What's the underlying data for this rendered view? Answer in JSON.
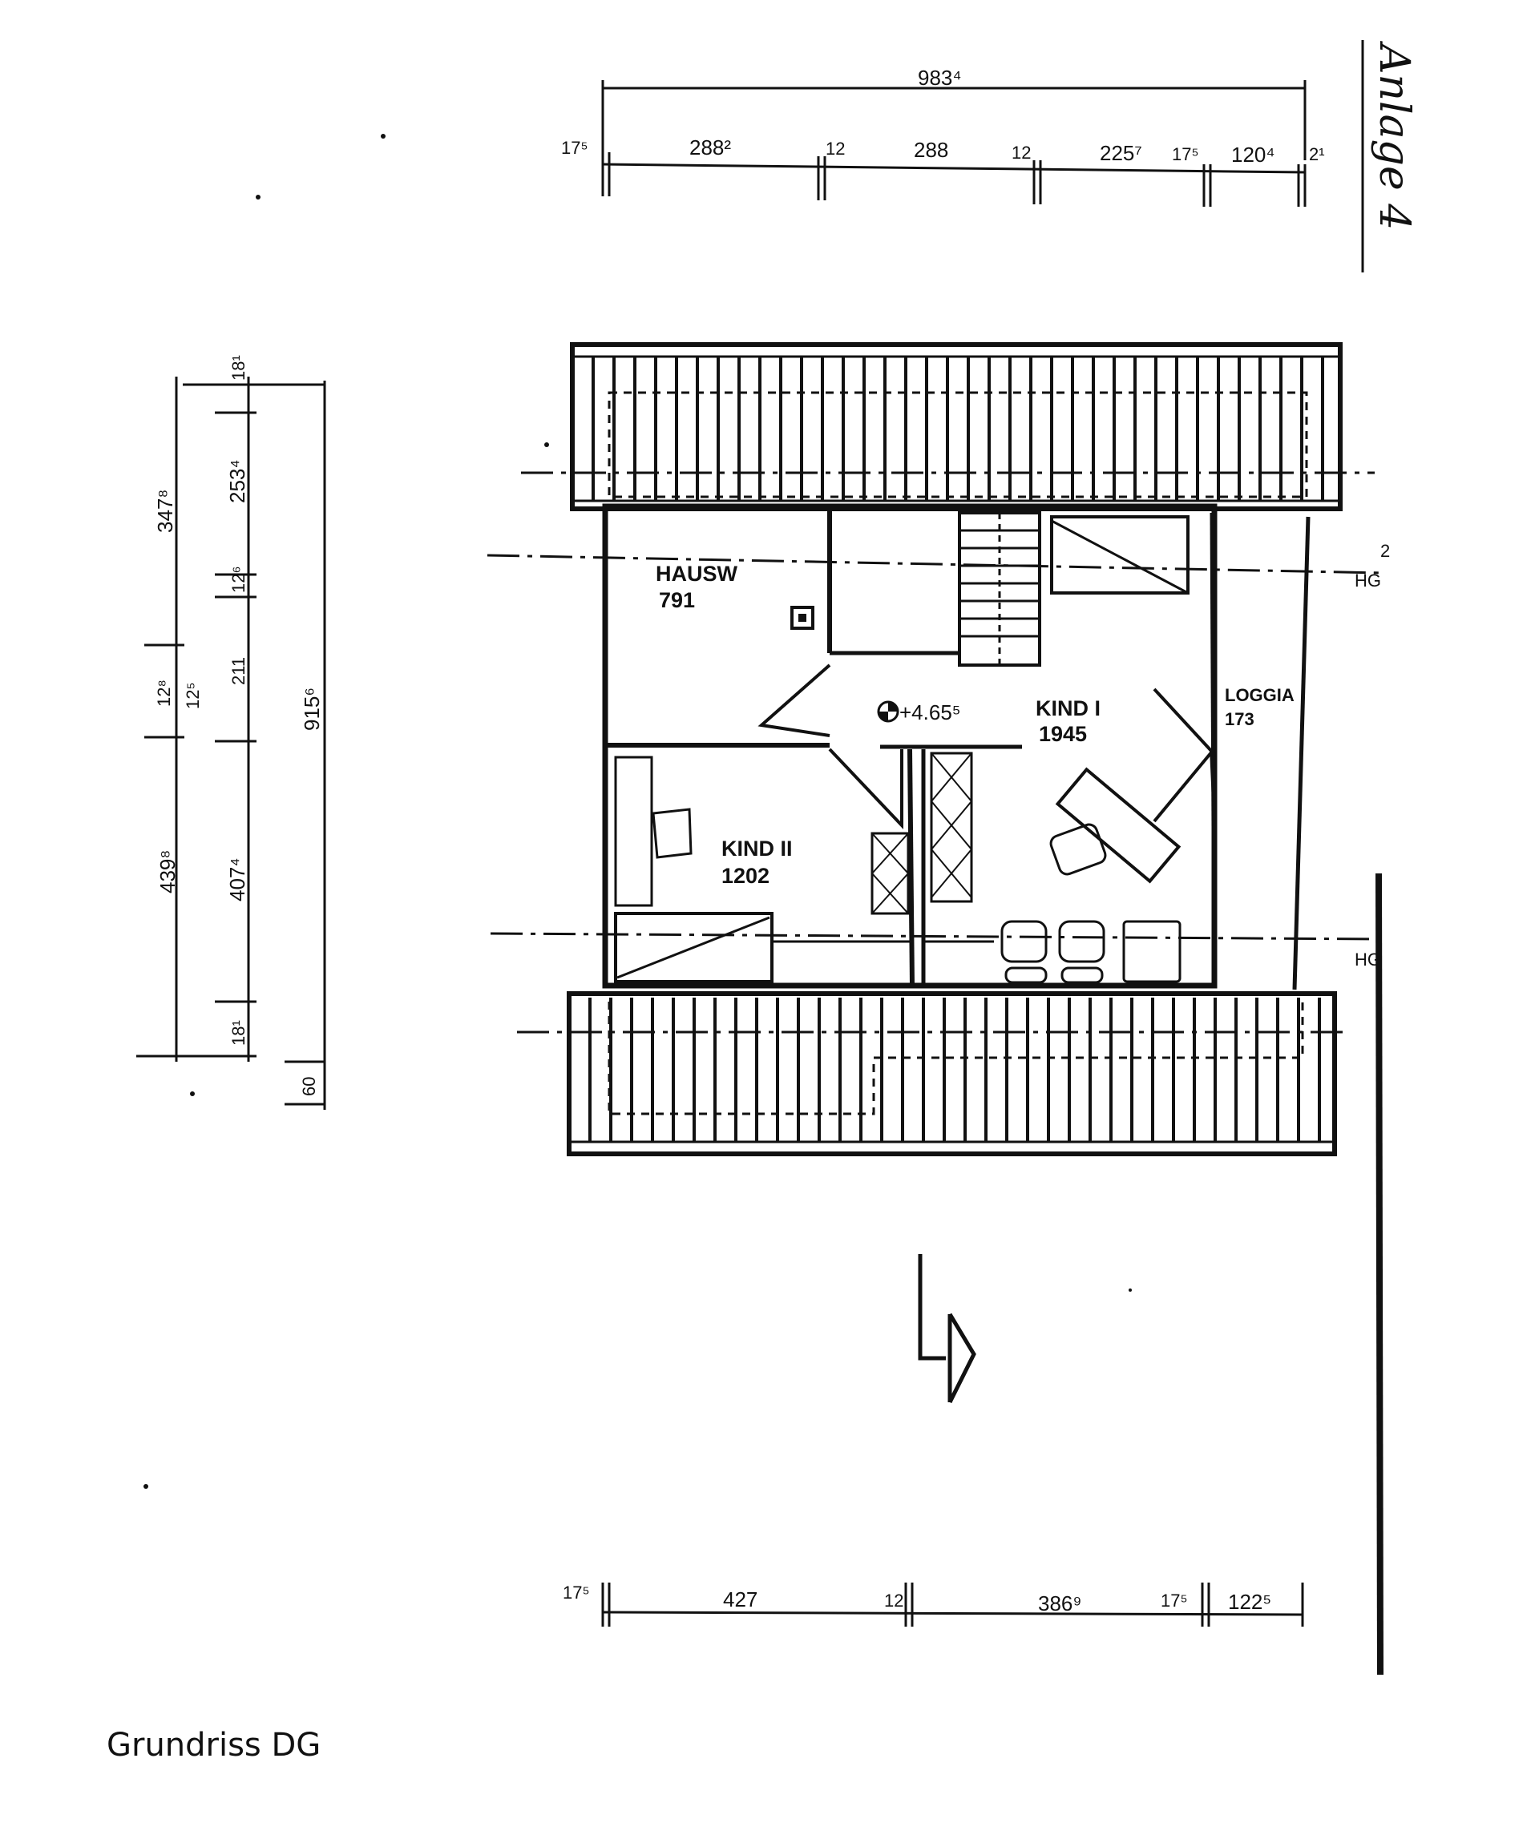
{
  "annotation": "Anlage 4",
  "caption": "Grundriss DG",
  "top_dimensions": {
    "overall": "983⁴",
    "segments": [
      "17⁵",
      "288²",
      "12",
      "288",
      "12",
      "225⁷",
      "17⁵",
      "120⁴",
      "2¹"
    ]
  },
  "bottom_dimensions": {
    "segments": [
      "17⁵",
      "427",
      "12",
      "386⁹",
      "17⁵",
      "122⁵"
    ]
  },
  "left_dimensions": {
    "outer": [
      "347⁸",
      "12⁸",
      "12⁵",
      "439⁸"
    ],
    "inner": [
      "18¹",
      "253⁴",
      "12⁶",
      "211",
      "407⁴",
      "18¹"
    ],
    "total": "915⁶",
    "extra": "60"
  },
  "rooms": [
    {
      "name": "HAUSW",
      "area": "791"
    },
    {
      "name": "KIND I",
      "area": "1945"
    },
    {
      "name": "KIND II",
      "area": "1202"
    },
    {
      "name": "LOGGIA",
      "area": "173"
    }
  ],
  "level": "+4.65⁵",
  "section_marks": {
    "upper_number": "2",
    "upper_label": "HG",
    "lower_label": "HG"
  }
}
